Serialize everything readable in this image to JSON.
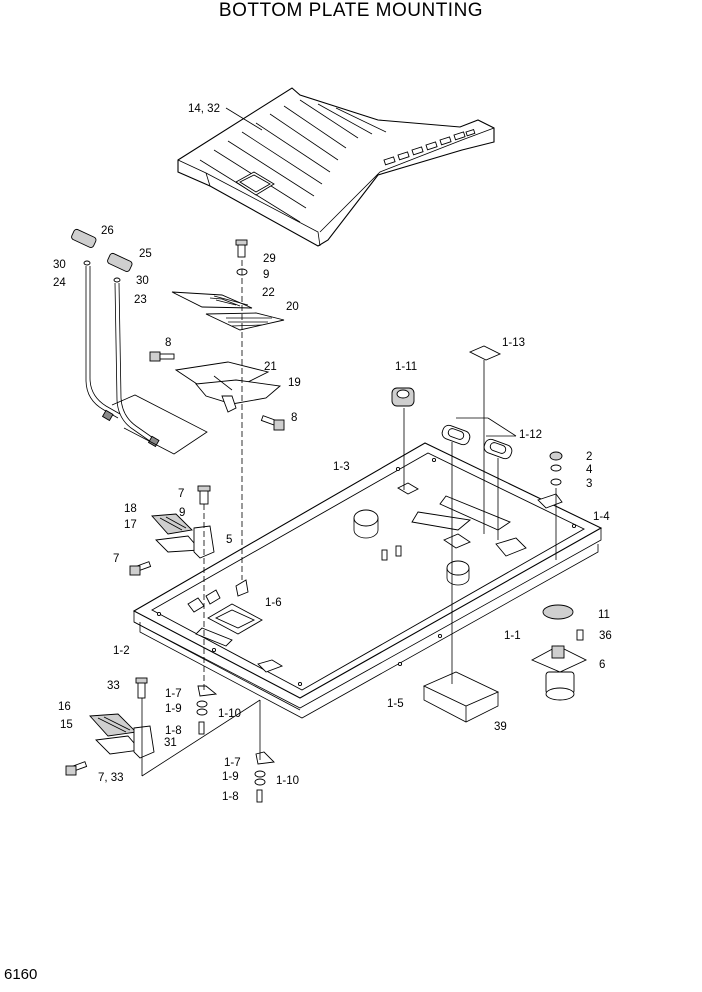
{
  "title": "BOTTOM PLATE MOUNTING",
  "page_number": "6160",
  "callouts": [
    {
      "id": "c-14-32",
      "text": "14, 32"
    },
    {
      "id": "c-26",
      "text": "26"
    },
    {
      "id": "c-25",
      "text": "25"
    },
    {
      "id": "c-30a",
      "text": "30"
    },
    {
      "id": "c-30b",
      "text": "30"
    },
    {
      "id": "c-24",
      "text": "24"
    },
    {
      "id": "c-23",
      "text": "23"
    },
    {
      "id": "c-29",
      "text": "29"
    },
    {
      "id": "c-9a",
      "text": "9"
    },
    {
      "id": "c-22",
      "text": "22"
    },
    {
      "id": "c-20",
      "text": "20"
    },
    {
      "id": "c-8a",
      "text": "8"
    },
    {
      "id": "c-21",
      "text": "21"
    },
    {
      "id": "c-19",
      "text": "19"
    },
    {
      "id": "c-8b",
      "text": "8"
    },
    {
      "id": "c-1-11",
      "text": "1-11"
    },
    {
      "id": "c-1-13",
      "text": "1-13"
    },
    {
      "id": "c-1-12",
      "text": "1-12"
    },
    {
      "id": "c-1-3",
      "text": "1-3"
    },
    {
      "id": "c-2",
      "text": "2"
    },
    {
      "id": "c-4",
      "text": "4"
    },
    {
      "id": "c-3",
      "text": "3"
    },
    {
      "id": "c-7a",
      "text": "7"
    },
    {
      "id": "c-18",
      "text": "18"
    },
    {
      "id": "c-9b",
      "text": "9"
    },
    {
      "id": "c-17",
      "text": "17"
    },
    {
      "id": "c-5",
      "text": "5"
    },
    {
      "id": "c-1-4",
      "text": "1-4"
    },
    {
      "id": "c-7b",
      "text": "7"
    },
    {
      "id": "c-1-6",
      "text": "1-6"
    },
    {
      "id": "c-11",
      "text": "11"
    },
    {
      "id": "c-1-2",
      "text": "1-2"
    },
    {
      "id": "c-1-1",
      "text": "1-1"
    },
    {
      "id": "c-36",
      "text": "36"
    },
    {
      "id": "c-6",
      "text": "6"
    },
    {
      "id": "c-33",
      "text": "33"
    },
    {
      "id": "c-1-7a",
      "text": "1-7"
    },
    {
      "id": "c-1-5",
      "text": "1-5"
    },
    {
      "id": "c-1-9a",
      "text": "1-9"
    },
    {
      "id": "c-1-10a",
      "text": "1-10"
    },
    {
      "id": "c-16",
      "text": "16"
    },
    {
      "id": "c-15",
      "text": "15"
    },
    {
      "id": "c-1-8a",
      "text": "1-8"
    },
    {
      "id": "c-39",
      "text": "39"
    },
    {
      "id": "c-31",
      "text": "31"
    },
    {
      "id": "c-1-7b",
      "text": "1-7"
    },
    {
      "id": "c-7-33",
      "text": "7, 33"
    },
    {
      "id": "c-1-9b",
      "text": "1-9"
    },
    {
      "id": "c-1-10b",
      "text": "1-10"
    },
    {
      "id": "c-1-8b",
      "text": "1-8"
    }
  ]
}
